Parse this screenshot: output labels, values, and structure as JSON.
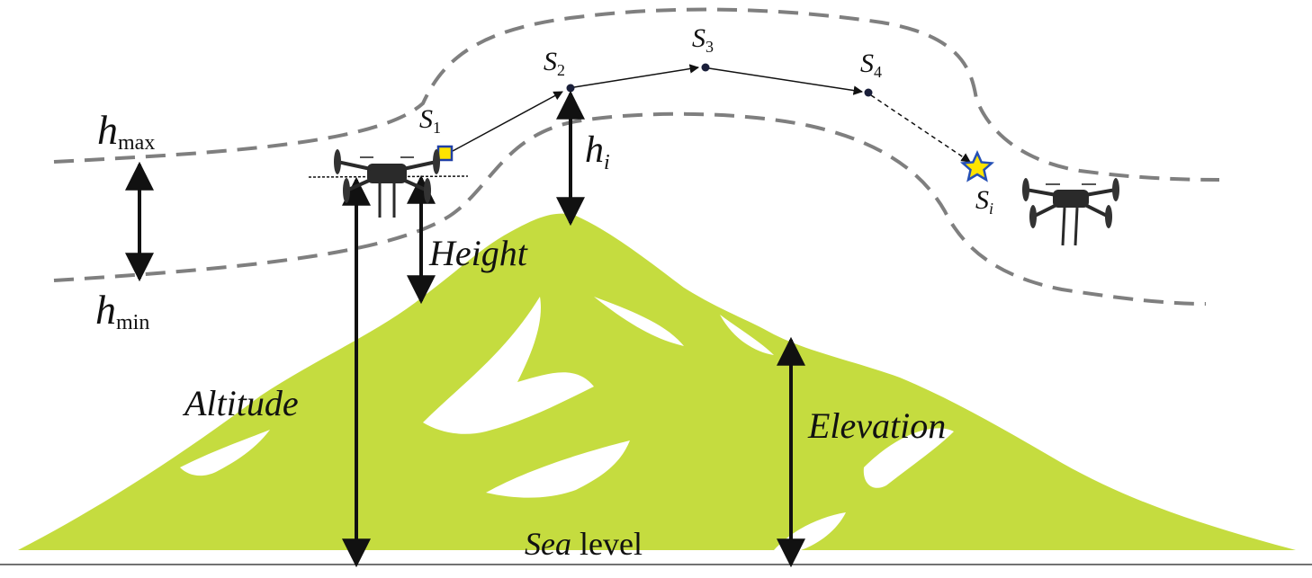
{
  "labels": {
    "h_max": {
      "base": "h",
      "sub": "max"
    },
    "h_min": {
      "base": "h",
      "sub": "min"
    },
    "h_i": {
      "base": "h",
      "sub": "i"
    },
    "height": "Height",
    "altitude": "Altitude",
    "elevation": "Elevation",
    "sea_level": {
      "italic_part": "Sea",
      "plain_part": " level"
    },
    "waypoints": [
      {
        "base": "S",
        "sub": "1"
      },
      {
        "base": "S",
        "sub": "2"
      },
      {
        "base": "S",
        "sub": "3"
      },
      {
        "base": "S",
        "sub": "4"
      },
      {
        "base": "S",
        "sub": "i"
      }
    ]
  },
  "colors": {
    "mountain": "#c5dc3f",
    "boundary": "#7f7f7f",
    "arrow": "#111111",
    "start_marker_fill": "#ffe400",
    "start_marker_stroke": "#1f3fa6",
    "target_star_fill": "#ffe400",
    "target_star_stroke": "#2550b5",
    "drone_body": "#2a2a2a"
  },
  "icons": [
    "drone-icon",
    "star-icon",
    "square-marker-icon",
    "mountain-shape"
  ]
}
